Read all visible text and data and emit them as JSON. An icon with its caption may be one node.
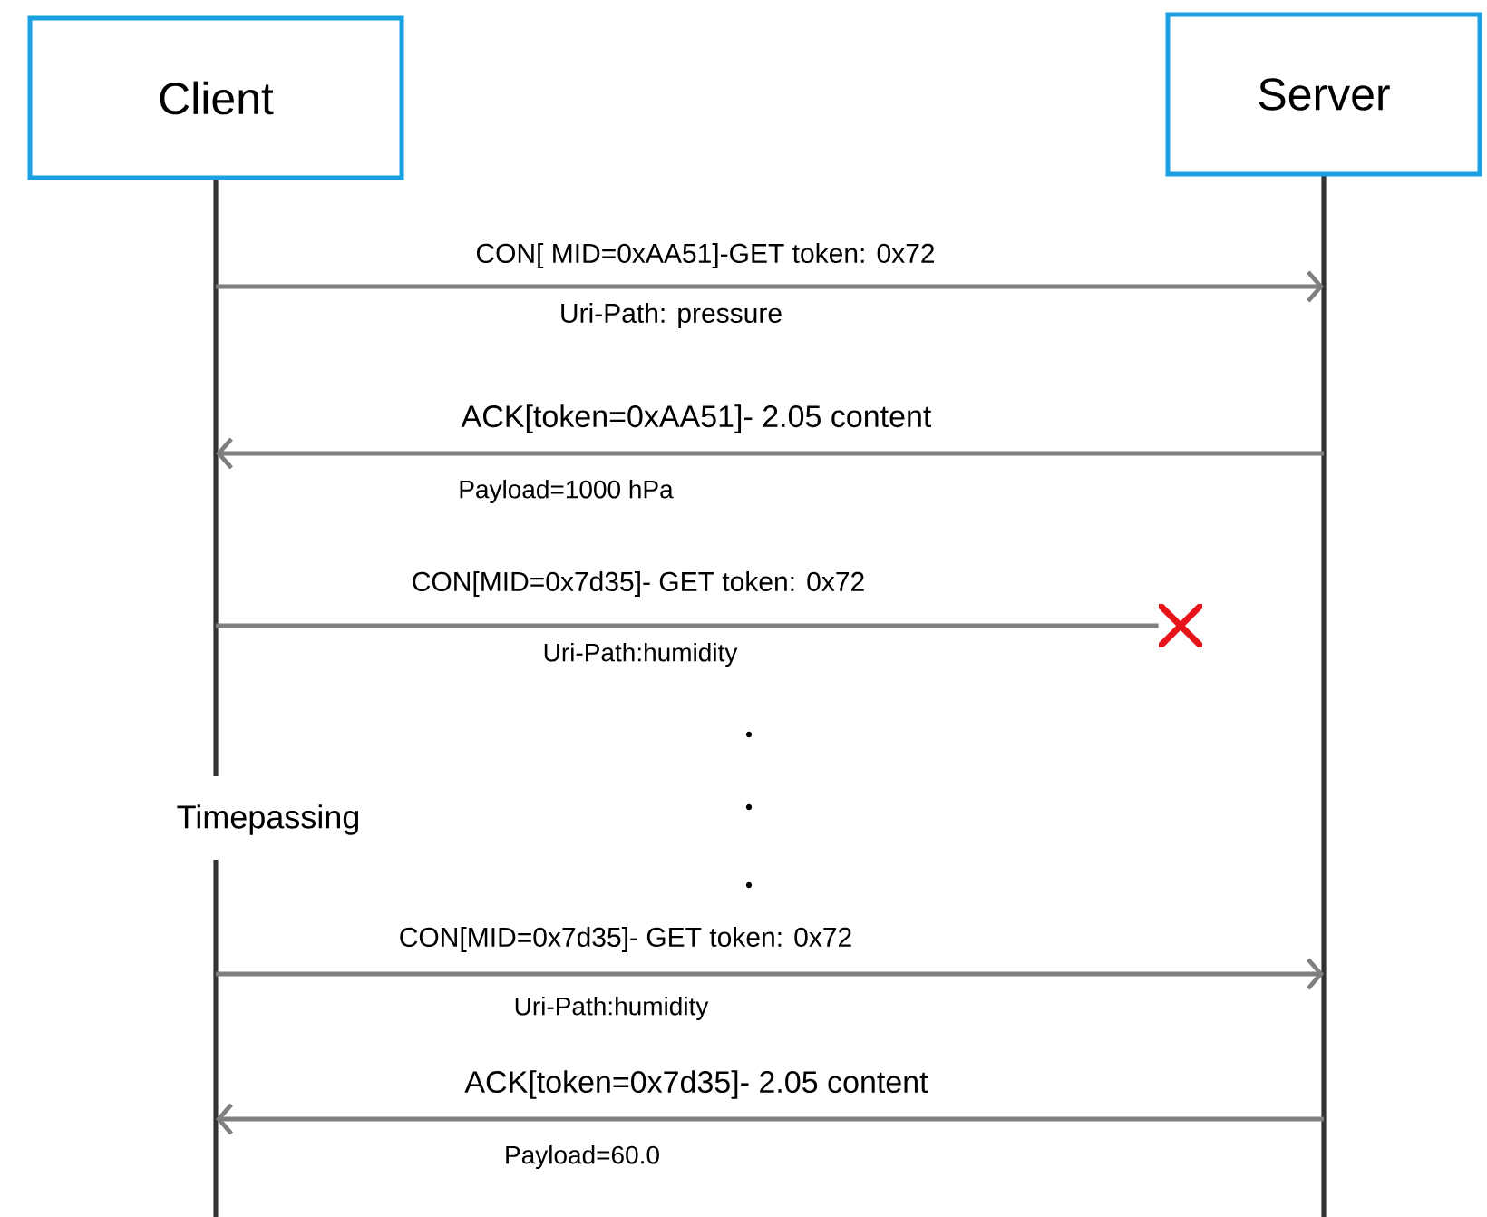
{
  "diagram": {
    "nodes": [
      {
        "text": [
          "Client"
        ]
      },
      {
        "text": [
          "Server"
        ]
      },
      {
        "text": [],
        "shape": "cross"
      }
    ],
    "edges": [
      {
        "from": 0,
        "to": 1,
        "arrow": "to",
        "label": "CON[ MID=0xAA51]-GET token: 0x72"
      },
      {
        "from": 1,
        "to": 0,
        "arrow": "to",
        "label": "ACK[token=0xAA51]- 2.05 content"
      },
      {
        "from": 0,
        "to": 2,
        "arrow": "none",
        "label": "CON[MID=0x7d35]- GET token: 0x72"
      },
      {
        "from": 0,
        "to": 1,
        "arrow": "to",
        "label": "CON[MID=0x7d35]- GET token: 0x72"
      },
      {
        "from": 1,
        "to": 0,
        "arrow": "to",
        "label": "ACK[token=0x7d35]- 2.05 content"
      }
    ],
    "labels": [
      "Uri-Path: pressure",
      "Payload=1000 hPa",
      "Uri-Path:humidity",
      "Timepassing",
      "Uri-Path:humidity",
      "Payload=60.0"
    ]
  }
}
